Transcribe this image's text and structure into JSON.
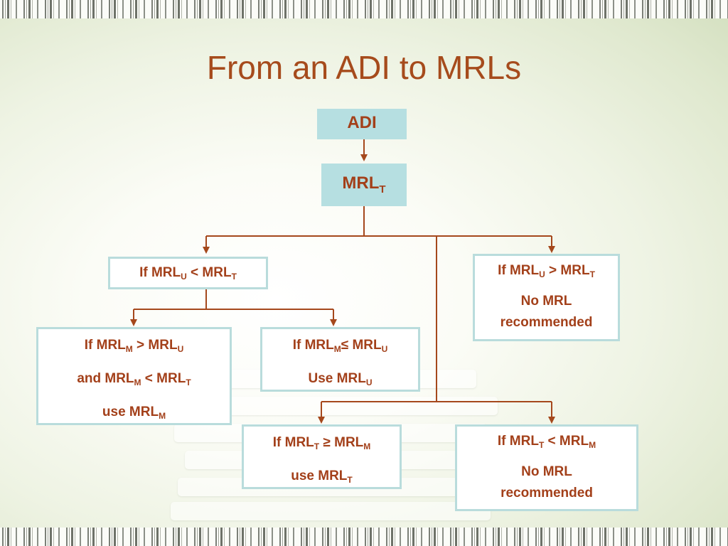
{
  "slide": {
    "title": "From an ADI to MRLs"
  },
  "nodes": {
    "adi": {
      "label": "ADI"
    },
    "mrl_t": {
      "base": "MRL",
      "sub": "T"
    },
    "mrlu_lt_mrlt": {
      "line1": {
        "a": "If MRL",
        "a_sub": "U",
        "op": " < MRL",
        "b_sub": "T"
      }
    },
    "mrlu_gt_mrlt": {
      "line1": {
        "a": "If MRL",
        "a_sub": "U",
        "op": " > MRL",
        "b_sub": "T"
      },
      "line2": "No MRL",
      "line3": "recommended"
    },
    "mrlm_between": {
      "line1": {
        "a": "If MRL",
        "a_sub": "M",
        "op": " > MRL",
        "b_sub": "U"
      },
      "line2": {
        "a": "and MRL",
        "a_sub": "M",
        "op": " < MRL",
        "b_sub": "T"
      },
      "line3": {
        "a": "use MRL",
        "a_sub": "M"
      }
    },
    "mrlm_le_mrlu": {
      "line1": {
        "a": "If MRL",
        "a_sub": "M",
        "op": "≤  MRL",
        "b_sub": "U"
      },
      "line2": {
        "a": "Use MRL",
        "a_sub": "U"
      }
    },
    "mrlt_ge_mrlm": {
      "line1": {
        "a": "If MRL",
        "a_sub": "T",
        "op": " ≥ MRL",
        "b_sub": "M"
      },
      "line2": {
        "a": "use MRL",
        "a_sub": "T"
      }
    },
    "mrlt_lt_mrlm": {
      "line1": {
        "a": "If MRL",
        "a_sub": "T",
        "op": " < MRL",
        "b_sub": "M"
      },
      "line2": "No MRL",
      "line3": "recommended"
    }
  },
  "colors": {
    "title": "#a64b1c",
    "text": "#a3401a",
    "connector": "#a5481c",
    "box_border": "#b9dcdc",
    "box_fill": "#b6dfe1"
  }
}
